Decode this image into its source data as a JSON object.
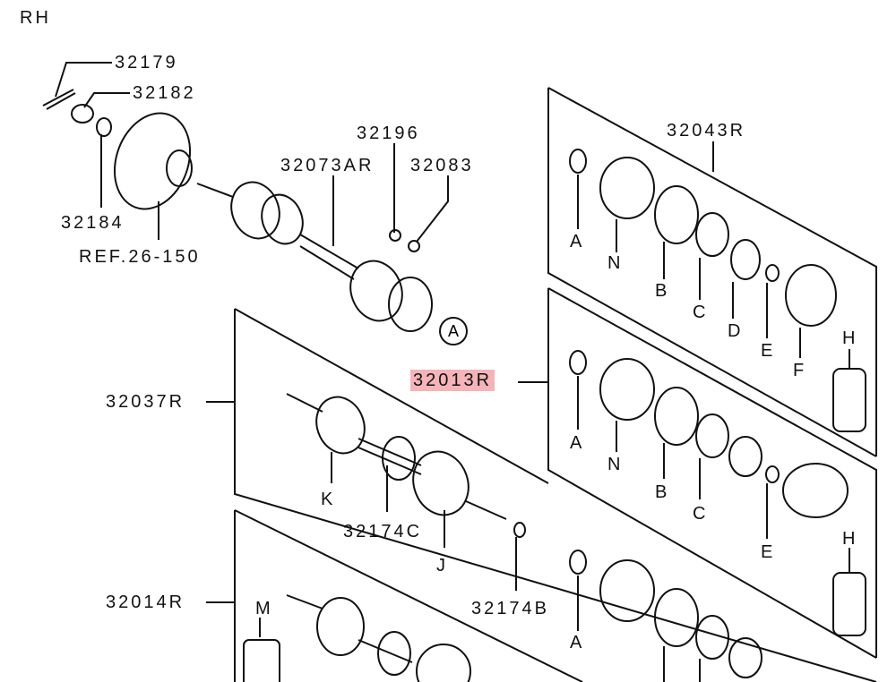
{
  "diagram": {
    "side_label": "RH",
    "highlight_color": "#f4b4b8",
    "callouts": {
      "p32179": "32179",
      "p32182": "32182",
      "p32184": "32184",
      "ref": "REF.26-150",
      "p32196": "32196",
      "p32073AR": "32073AR",
      "p32083": "32083",
      "p32043R": "32043R",
      "p32013R": "32013R",
      "p32037R": "32037R",
      "p32174C": "32174C",
      "p32174B": "32174B",
      "p32014R": "32014R",
      "circle_a": "A"
    },
    "kit_32043R_letters": [
      "A",
      "N",
      "B",
      "C",
      "D",
      "E",
      "F",
      "H"
    ],
    "kit_32013R_letters": [
      "A",
      "N",
      "B",
      "C",
      "E",
      "H"
    ],
    "kit_32037R_letters": [
      "K",
      "J"
    ],
    "kit_32014R_letters": [
      "M",
      "A"
    ]
  }
}
